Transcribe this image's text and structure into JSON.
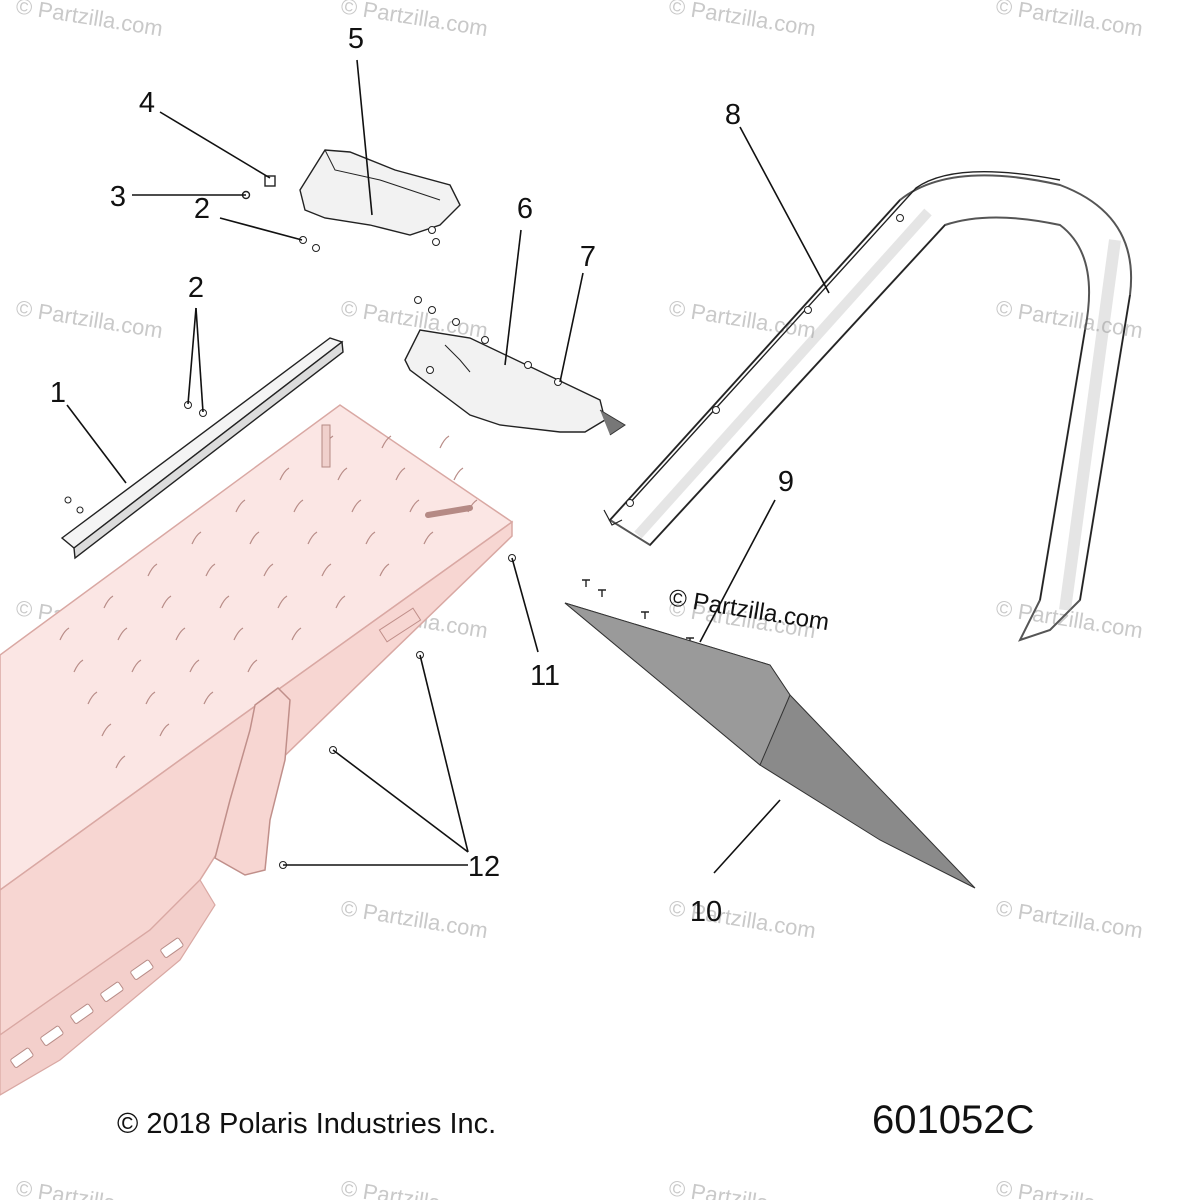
{
  "diagram": {
    "callouts": [
      "1",
      "2",
      "2",
      "3",
      "4",
      "5",
      "6",
      "7",
      "8",
      "9",
      "10",
      "11",
      "12"
    ],
    "watermark": "© Partzilla.com",
    "center_watermark": "© Partzilla.com",
    "copyright": "© 2018 Polaris Industries Inc.",
    "diagram_number": "601052C"
  },
  "colors": {
    "tunnel_fill": "#fbe6e4",
    "tunnel_edge": "#d9a8a3",
    "flap_fill": "#8a8a8a",
    "guard_fill": "#e8e8e8",
    "watermark": "#c9c9c9"
  }
}
